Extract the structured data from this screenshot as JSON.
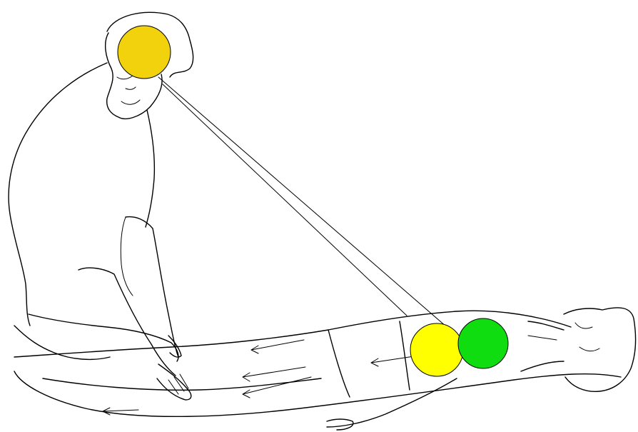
{
  "illustration": {
    "colors": {
      "background": "#ffffff",
      "outline": "#000000",
      "head_center": "#f2d20c",
      "lower_abdominal_center": "#ffff00",
      "upper_abdominal_center": "#10dd10"
    },
    "figures": [
      "seated-practitioner",
      "reclining-patient"
    ],
    "energy_centers": [
      {
        "name": "head",
        "color": "#f2d20c"
      },
      {
        "name": "abdomen-left",
        "color": "#ffff00"
      },
      {
        "name": "abdomen-right",
        "color": "#10dd10"
      }
    ]
  }
}
